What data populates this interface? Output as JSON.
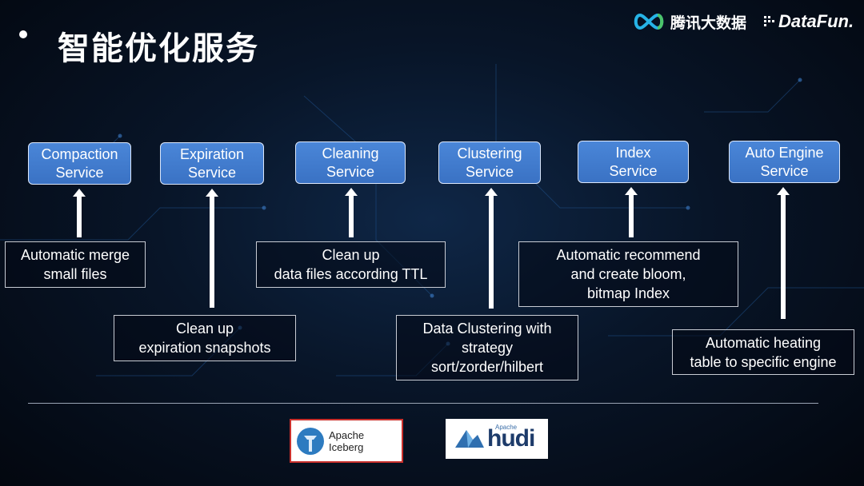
{
  "header": {
    "title": "智能优化服务",
    "tencent_logo_text": "腾讯大数据",
    "datafun_logo_text": "DataFun."
  },
  "services": [
    {
      "label": "Compaction\nService",
      "description": "Automatic merge\n      small files"
    },
    {
      "label": "Expiration\nService",
      "description": "Clean up\nexpiration  snapshots"
    },
    {
      "label": "Cleaning\nService",
      "description": "Clean up\ndata files according TTL"
    },
    {
      "label": "Clustering\nService",
      "description": "Data Clustering with\nstrategy\nsort/zorder/hilbert"
    },
    {
      "label": "Index\nService",
      "description": "Automatic recommend\nand create bloom,\nbitmap Index"
    },
    {
      "label": "Auto Engine\nService",
      "description": "Automatic heating\ntable to specific engine"
    }
  ],
  "footer_logos": {
    "iceberg": "Apache Iceberg",
    "hudi_small": "Apache",
    "hudi": "hudi"
  },
  "colors": {
    "service_box": "#4a86d8",
    "background": "#081528",
    "iceberg_border": "#c9302c"
  }
}
